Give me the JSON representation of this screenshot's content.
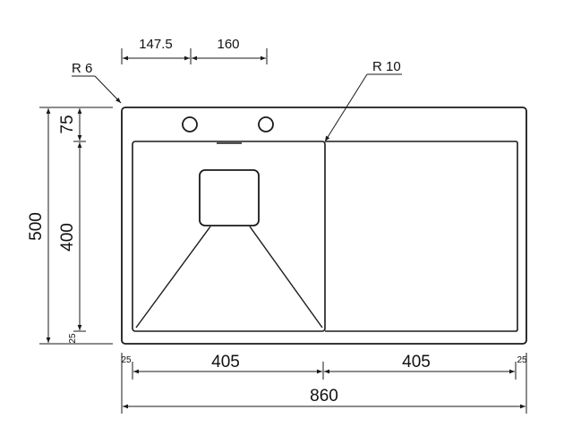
{
  "dimensions": {
    "hole_offset": "147.5",
    "hole_spacing": "160",
    "corner_radius_outer": "R 6",
    "corner_radius_inner": "R 10",
    "height_top_to_bowl": "75",
    "bowl_height": "400",
    "total_height": "500",
    "bottom_margin": "25",
    "left_margin": "25",
    "right_margin": "25",
    "bowl_width": "405",
    "drainer_width": "405",
    "total_width": "860"
  },
  "colors": {
    "line": "#1a1a1a",
    "background": "#ffffff"
  }
}
